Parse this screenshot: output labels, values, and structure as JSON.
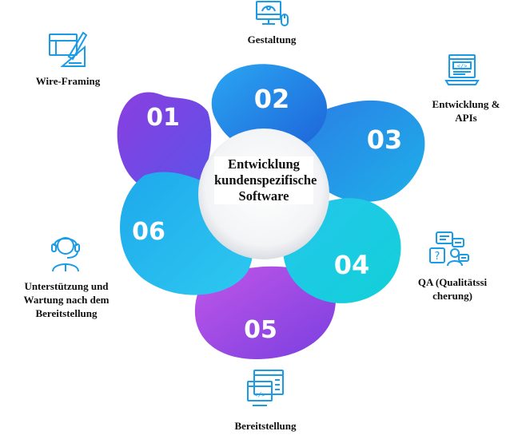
{
  "center": {
    "title": "Entwicklung kundenspezifische Software"
  },
  "steps": [
    {
      "number": "01",
      "label": "Wire-Framing",
      "icon": "wireframe-drawing-icon"
    },
    {
      "number": "02",
      "label": "Gestaltung",
      "icon": "design-monitor-icon"
    },
    {
      "number": "03",
      "label": "Entwicklung & APIs",
      "icon": "code-laptop-icon"
    },
    {
      "number": "04",
      "label": "QA (Qualitätssicherung)",
      "icon": "question-chat-icon"
    },
    {
      "number": "05",
      "label": "Bereitstellung",
      "icon": "deployment-browser-icon"
    },
    {
      "number": "06",
      "label": "Unterstützung und Wartung nach dem Bereitstellung",
      "icon": "support-headset-icon"
    }
  ],
  "colors": {
    "icon_blue": "#1a9be6",
    "petal_purple": "#7b3fe0",
    "petal_magenta": "#d04ee6",
    "petal_blue": "#1e7fe8",
    "petal_cyan": "#1fc4e6"
  }
}
